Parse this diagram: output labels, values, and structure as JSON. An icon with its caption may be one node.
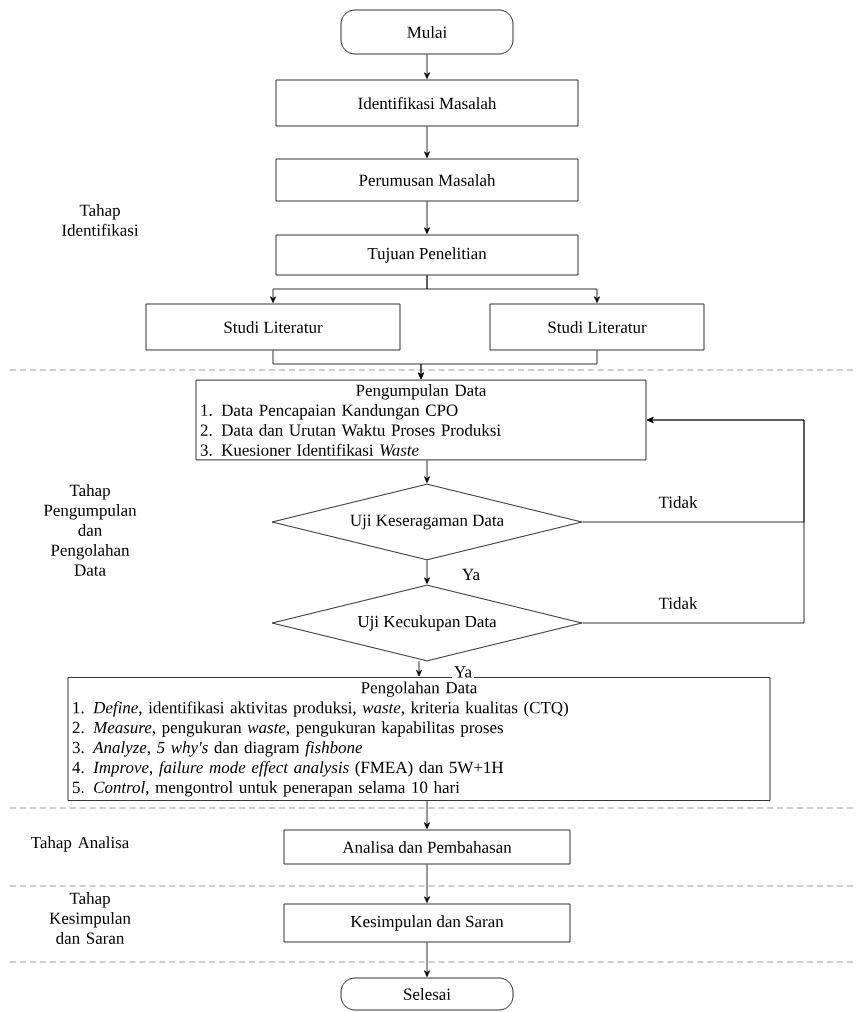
{
  "diagram": {
    "nodes": [
      {
        "text": [
          "Mulai"
        ]
      },
      {
        "text": [
          "Identifikasi Masalah"
        ]
      },
      {
        "text": [
          "Perumusan Masalah"
        ]
      },
      {
        "text": [
          "Tujuan Penelitian"
        ]
      },
      {
        "text": [
          "Studi Literatur"
        ]
      },
      {
        "text": [
          "Studi Literatur"
        ]
      },
      {
        "text": [
          "Pengumpulan Data",
          "1. Data Pencapaian Kandungan CPO",
          "2. Data dan Urutan Waktu Proses Produksi",
          "3. Kuesioner Identifikasi *Waste*"
        ]
      },
      {
        "text": [
          "Uji Keseragaman Data"
        ]
      },
      {
        "text": [
          "Uji Kecukupan Data"
        ]
      },
      {
        "text": [
          "Pengolahan Data",
          "1. *Define*, identifikasi aktivitas produksi, *waste*, kriteria kualitas (CTQ)",
          "2. *Measure*, pengukuran *waste*, pengukuran kapabilitas proses",
          "3. *Analyze*, *5 why's* dan diagram *fishbone*",
          "4. *Improve*, *failure mode effect analysis* (FMEA) dan 5W+1H",
          "5. *Control*, mengontrol untuk penerapan selama 10 hari"
        ]
      },
      {
        "text": [
          "Analisa dan Pembahasan"
        ]
      },
      {
        "text": [
          "Kesimpulan dan Saran"
        ]
      },
      {
        "text": [
          "Selesai"
        ]
      }
    ],
    "edges": [
      {
        "from": 0,
        "to": 1,
        "arrow": "to"
      },
      {
        "from": 1,
        "to": 2,
        "arrow": "to"
      },
      {
        "from": 2,
        "to": 3,
        "arrow": "to"
      },
      {
        "from": 3,
        "to": 4,
        "arrow": "to"
      },
      {
        "from": 3,
        "to": 5,
        "arrow": "to"
      },
      {
        "from": 4,
        "to": 6,
        "arrow": "to"
      },
      {
        "from": 5,
        "to": 6,
        "arrow": "to"
      },
      {
        "from": 6,
        "to": 7,
        "arrow": "to"
      },
      {
        "from": 7,
        "to": 8,
        "label": "Ya",
        "arrow": "to"
      },
      {
        "from": 7,
        "to": 6,
        "label": "Tidak",
        "arrow": "to"
      },
      {
        "from": 8,
        "to": 6,
        "label": "Tidak",
        "arrow": "to"
      },
      {
        "from": 8,
        "to": 9,
        "label": "Ya",
        "arrow": "to"
      },
      {
        "from": 9,
        "to": 10,
        "arrow": "to"
      },
      {
        "from": 10,
        "to": 11,
        "arrow": "to"
      },
      {
        "from": 11,
        "to": 12,
        "arrow": "to"
      }
    ],
    "labels": [
      "Tahap Identifikasi",
      "Tahap Pengumpulan dan Pengolahan Data",
      "Tahap Analisa",
      "Tahap Kesimpulan dan Saran"
    ]
  }
}
